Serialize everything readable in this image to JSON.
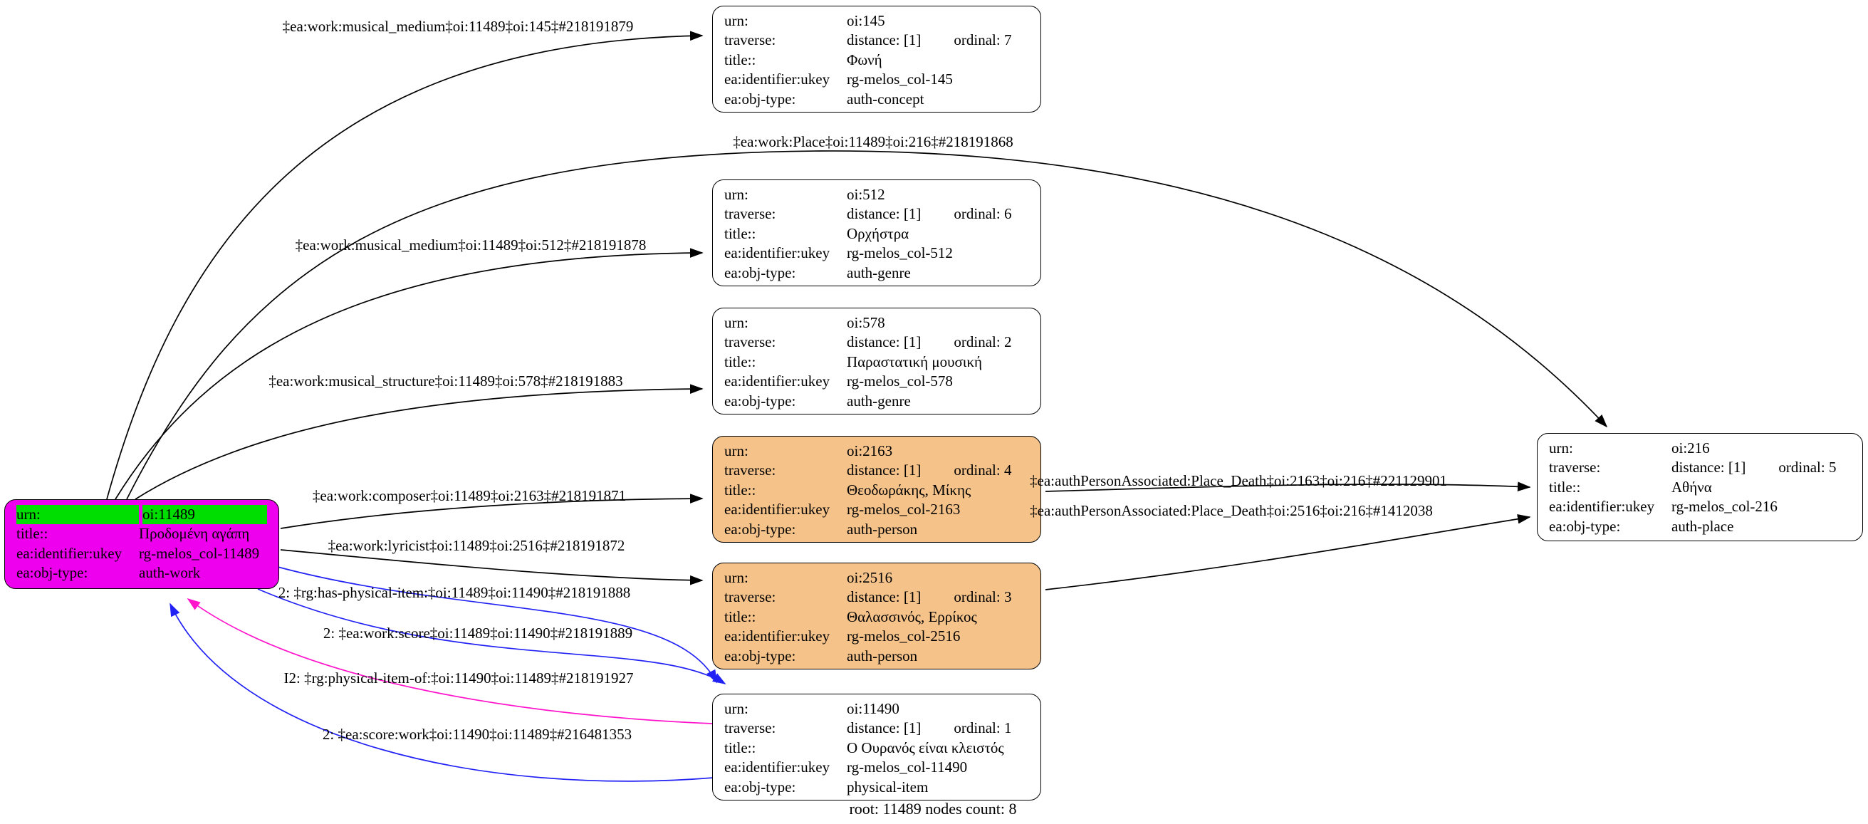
{
  "colors": {
    "node_work_bg": "#ee00ee",
    "highlight_green": "#00dd00",
    "node_person_bg": "#f5c38a",
    "node_default_bg": "#ffffff",
    "edge_black": "#000000",
    "edge_blue": "#2222f5",
    "edge_magenta": "#ff14cc"
  },
  "caption": "root: 11489 nodes count: 8",
  "nodes": [
    {
      "id": "oi:11489",
      "type": "auth-work",
      "fill": "#ee00ee",
      "rows": [
        {
          "label": "urn:",
          "value": "oi:11489",
          "highlight": true
        },
        {
          "label": "title::",
          "value": "Προδομένη αγάπη"
        },
        {
          "label": "ea:identifier:ukey",
          "value": "rg-melos_col-11489"
        },
        {
          "label": "ea:obj-type:",
          "value": "auth-work"
        }
      ]
    },
    {
      "id": "oi:145",
      "type": "auth-concept",
      "fill": "#ffffff",
      "rows": [
        {
          "label": "urn:",
          "value": "oi:145"
        },
        {
          "label": "traverse:",
          "value": "distance: [1]",
          "value2": "ordinal: 7"
        },
        {
          "label": "title::",
          "value": "Φωνή"
        },
        {
          "label": "ea:identifier:ukey",
          "value": "rg-melos_col-145"
        },
        {
          "label": "ea:obj-type:",
          "value": "auth-concept"
        }
      ]
    },
    {
      "id": "oi:512",
      "type": "auth-genre",
      "fill": "#ffffff",
      "rows": [
        {
          "label": "urn:",
          "value": "oi:512"
        },
        {
          "label": "traverse:",
          "value": "distance: [1]",
          "value2": "ordinal: 6"
        },
        {
          "label": "title::",
          "value": "Ορχήστρα"
        },
        {
          "label": "ea:identifier:ukey",
          "value": "rg-melos_col-512"
        },
        {
          "label": "ea:obj-type:",
          "value": "auth-genre"
        }
      ]
    },
    {
      "id": "oi:578",
      "type": "auth-genre",
      "fill": "#ffffff",
      "rows": [
        {
          "label": "urn:",
          "value": "oi:578"
        },
        {
          "label": "traverse:",
          "value": "distance: [1]",
          "value2": "ordinal: 2"
        },
        {
          "label": "title::",
          "value": "Παραστατική μουσική"
        },
        {
          "label": "ea:identifier:ukey",
          "value": "rg-melos_col-578"
        },
        {
          "label": "ea:obj-type:",
          "value": "auth-genre"
        }
      ]
    },
    {
      "id": "oi:2163",
      "type": "auth-person",
      "fill": "#f5c38a",
      "rows": [
        {
          "label": "urn:",
          "value": "oi:2163"
        },
        {
          "label": "traverse:",
          "value": "distance: [1]",
          "value2": "ordinal: 4"
        },
        {
          "label": "title::",
          "value": "Θεοδωράκης, Μίκης"
        },
        {
          "label": "ea:identifier:ukey",
          "value": "rg-melos_col-2163"
        },
        {
          "label": "ea:obj-type:",
          "value": "auth-person"
        }
      ]
    },
    {
      "id": "oi:2516",
      "type": "auth-person",
      "fill": "#f5c38a",
      "rows": [
        {
          "label": "urn:",
          "value": "oi:2516"
        },
        {
          "label": "traverse:",
          "value": "distance: [1]",
          "value2": "ordinal: 3"
        },
        {
          "label": "title::",
          "value": "Θαλασσινός, Ερρίκος"
        },
        {
          "label": "ea:identifier:ukey",
          "value": "rg-melos_col-2516"
        },
        {
          "label": "ea:obj-type:",
          "value": "auth-person"
        }
      ]
    },
    {
      "id": "oi:11490",
      "type": "physical-item",
      "fill": "#ffffff",
      "rows": [
        {
          "label": "urn:",
          "value": "oi:11490"
        },
        {
          "label": "traverse:",
          "value": "distance: [1]",
          "value2": "ordinal: 1"
        },
        {
          "label": "title::",
          "value": "Ο Ουρανός είναι κλειστός"
        },
        {
          "label": "ea:identifier:ukey",
          "value": "rg-melos_col-11490"
        },
        {
          "label": "ea:obj-type:",
          "value": "physical-item"
        }
      ]
    },
    {
      "id": "oi:216",
      "type": "auth-place",
      "fill": "#ffffff",
      "rows": [
        {
          "label": "urn:",
          "value": "oi:216"
        },
        {
          "label": "traverse:",
          "value": "distance: [1]",
          "value2": "ordinal: 5"
        },
        {
          "label": "title::",
          "value": "Αθήνα"
        },
        {
          "label": "ea:identifier:ukey",
          "value": "rg-melos_col-216"
        },
        {
          "label": "ea:obj-type:",
          "value": "auth-place"
        }
      ]
    }
  ],
  "edges": [
    {
      "name": "work-musical-medium-145",
      "color": "#000000",
      "label": "‡ea:work:musical_medium‡oi:11489‡oi:145‡#218191879"
    },
    {
      "name": "work-place-216",
      "color": "#000000",
      "label": "‡ea:work:Place‡oi:11489‡oi:216‡#218191868"
    },
    {
      "name": "work-musical-medium-512",
      "color": "#000000",
      "label": "‡ea:work:musical_medium‡oi:11489‡oi:512‡#218191878"
    },
    {
      "name": "work-musical-structure-578",
      "color": "#000000",
      "label": "‡ea:work:musical_structure‡oi:11489‡oi:578‡#218191883"
    },
    {
      "name": "work-composer-2163",
      "color": "#000000",
      "label": "‡ea:work:composer‡oi:11489‡oi:2163‡#218191871"
    },
    {
      "name": "work-lyricist-2516",
      "color": "#000000",
      "label": "‡ea:work:lyricist‡oi:11489‡oi:2516‡#218191872"
    },
    {
      "name": "rg-has-physical-item",
      "color": "#2222f5",
      "label": "2: ‡rg:has-physical-item:‡oi:11489‡oi:11490‡#218191888"
    },
    {
      "name": "work-score",
      "color": "#2222f5",
      "label": "2: ‡ea:work:score‡oi:11489‡oi:11490‡#218191889"
    },
    {
      "name": "rg-physical-item-of",
      "color": "#ff14cc",
      "label": "I2: ‡rg:physical-item-of:‡oi:11490‡oi:11489‡#218191927"
    },
    {
      "name": "score-work",
      "color": "#2222f5",
      "label": "2: ‡ea:score:work‡oi:11490‡oi:11489‡#216481353"
    },
    {
      "name": "person-place-death-2163",
      "color": "#000000",
      "label": "‡ea:authPersonAssociated:Place_Death‡oi:2163‡oi:216‡#221129901"
    },
    {
      "name": "person-place-death-2516",
      "color": "#000000",
      "label": "‡ea:authPersonAssociated:Place_Death‡oi:2516‡oi:216‡#1412038"
    }
  ]
}
